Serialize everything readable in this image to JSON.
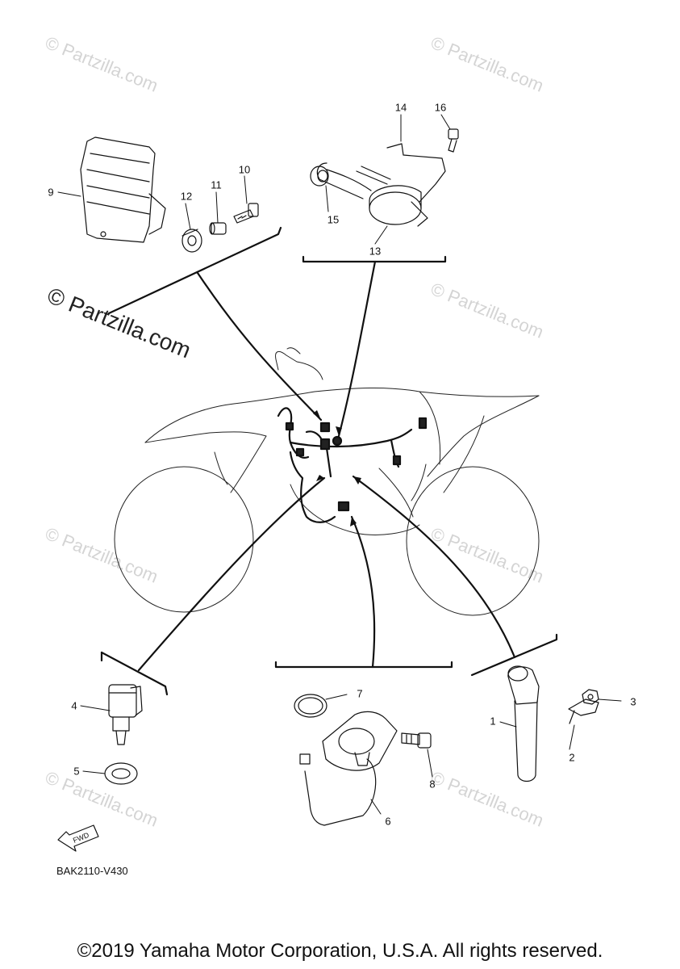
{
  "watermark": "© Partzilla.com",
  "diagram_code": "BAK2110-V430",
  "copyright": "©2019 Yamaha Motor Corporation, U.S.A. All rights reserved.",
  "fwd_label": "FWD",
  "callouts": {
    "c1": "1",
    "c2": "2",
    "c3": "3",
    "c4": "4",
    "c5": "5",
    "c6": "6",
    "c7": "7",
    "c8": "8",
    "c9": "9",
    "c10": "10",
    "c11": "11",
    "c12": "12",
    "c13": "13",
    "c14": "14",
    "c15": "15",
    "c16": "16"
  }
}
